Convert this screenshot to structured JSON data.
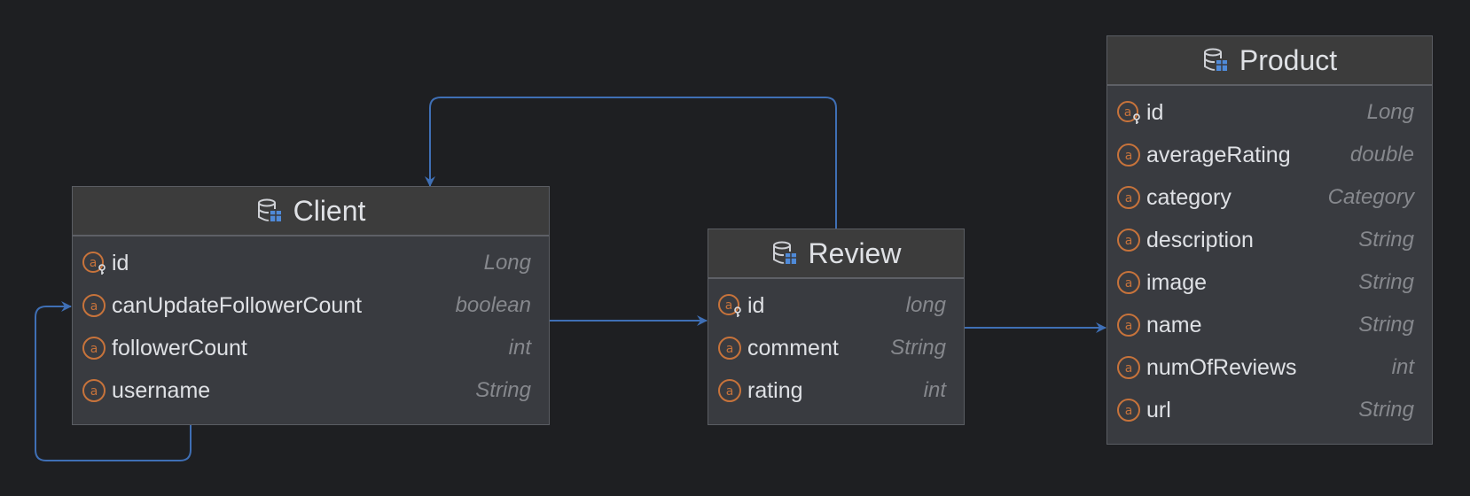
{
  "colors": {
    "background": "#1e1f22",
    "entity_body": "#393b40",
    "entity_header": "#3c3c3c",
    "edge": "#3f6fb5",
    "field_icon": "#c7733b",
    "db_icon_accent": "#4f8ad8"
  },
  "entities": [
    {
      "name": "Client",
      "fields": [
        {
          "name": "id",
          "type": "Long",
          "icon": "primary-key-icon"
        },
        {
          "name": "canUpdateFollowerCount",
          "type": "boolean",
          "icon": "attribute-icon"
        },
        {
          "name": "followerCount",
          "type": "int",
          "icon": "attribute-icon"
        },
        {
          "name": "username",
          "type": "String",
          "icon": "attribute-icon"
        }
      ]
    },
    {
      "name": "Review",
      "fields": [
        {
          "name": "id",
          "type": "long",
          "icon": "primary-key-icon"
        },
        {
          "name": "comment",
          "type": "String",
          "icon": "attribute-icon"
        },
        {
          "name": "rating",
          "type": "int",
          "icon": "attribute-icon"
        }
      ]
    },
    {
      "name": "Product",
      "fields": [
        {
          "name": "id",
          "type": "Long",
          "icon": "primary-key-icon"
        },
        {
          "name": "averageRating",
          "type": "double",
          "icon": "attribute-icon"
        },
        {
          "name": "category",
          "type": "Category",
          "icon": "attribute-icon"
        },
        {
          "name": "description",
          "type": "String",
          "icon": "attribute-icon"
        },
        {
          "name": "image",
          "type": "String",
          "icon": "attribute-icon"
        },
        {
          "name": "name",
          "type": "String",
          "icon": "attribute-icon"
        },
        {
          "name": "numOfReviews",
          "type": "int",
          "icon": "attribute-icon"
        },
        {
          "name": "url",
          "type": "String",
          "icon": "attribute-icon"
        }
      ]
    }
  ],
  "relations": [
    {
      "from": "Client",
      "to": "Client",
      "kind": "self-reference"
    },
    {
      "from": "Client",
      "to": "Review",
      "kind": "association"
    },
    {
      "from": "Review",
      "to": "Client",
      "kind": "association"
    },
    {
      "from": "Review",
      "to": "Product",
      "kind": "association"
    }
  ]
}
